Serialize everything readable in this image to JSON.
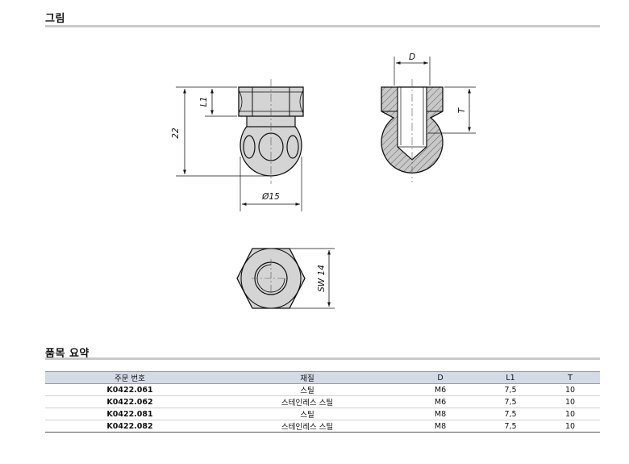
{
  "sections": {
    "drawing_title": "그림",
    "summary_title": "품목 요약"
  },
  "dimensions": {
    "height_22": "22",
    "l1": "L1",
    "dia_15": "Ø15",
    "d": "D",
    "t": "T",
    "sw14": "SW 14"
  },
  "table": {
    "headers": [
      "주문 번호",
      "재질",
      "D",
      "L1",
      "T"
    ],
    "rows": [
      [
        "K0422.061",
        "스틸",
        "M6",
        "7,5",
        "10"
      ],
      [
        "K0422.062",
        "스테인레스 스틸",
        "M6",
        "7,5",
        "10"
      ],
      [
        "K0422.081",
        "스틸",
        "M8",
        "7,5",
        "10"
      ],
      [
        "K0422.082",
        "스테인레스 스틸",
        "M8",
        "7,5",
        "10"
      ]
    ]
  },
  "colors": {
    "part_fill": "#d4d4d4",
    "hatch_fill": "#c8c8c8",
    "header_bg": "#d4dbe6",
    "rule": "#c9c9c9"
  }
}
